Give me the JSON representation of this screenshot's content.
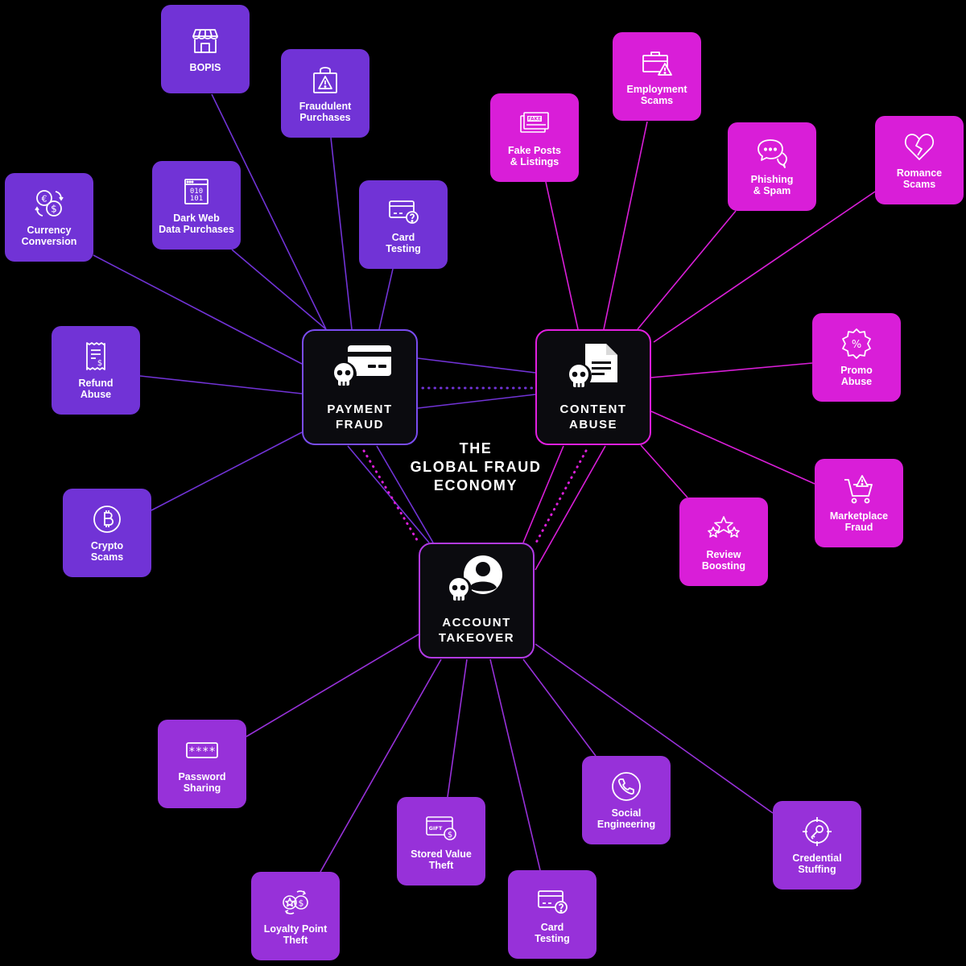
{
  "title": "THE\nGLOBAL FRAUD\nECONOMY",
  "colors": {
    "background": "#000000",
    "payment": "#7133d6",
    "content": "#d91ed8",
    "account": "#9731d9",
    "payment_border": "#7a4cf0",
    "content_border": "#e21fe0",
    "account_border": "#b23ae6"
  },
  "hubs": [
    {
      "id": "payment",
      "label": "PAYMENT\nFRAUD",
      "icon": "credit-card-skull-icon"
    },
    {
      "id": "content",
      "label": "CONTENT\nABUSE",
      "icon": "document-skull-icon"
    },
    {
      "id": "account",
      "label": "ACCOUNT\nTAKEOVER",
      "icon": "user-skull-icon"
    }
  ],
  "nodes": [
    {
      "id": "bopis",
      "hub": "payment",
      "label": "BOPIS",
      "icon": "storefront-icon"
    },
    {
      "id": "fraudulent-purchases",
      "hub": "payment",
      "label": "Fraudulent\nPurchases",
      "icon": "shopping-bag-warning-icon"
    },
    {
      "id": "currency-conversion",
      "hub": "payment",
      "label": "Currency\nConversion",
      "icon": "currency-exchange-icon"
    },
    {
      "id": "dark-web",
      "hub": "payment",
      "label": "Dark Web\nData Purchases",
      "icon": "binary-window-icon"
    },
    {
      "id": "card-testing-payment",
      "hub": "payment",
      "label": "Card\nTesting",
      "icon": "card-question-icon"
    },
    {
      "id": "refund-abuse",
      "hub": "payment",
      "label": "Refund\nAbuse",
      "icon": "receipt-icon"
    },
    {
      "id": "crypto-scams",
      "hub": "payment",
      "label": "Crypto\nScams",
      "icon": "bitcoin-icon"
    },
    {
      "id": "fake-posts",
      "hub": "content",
      "label": "Fake Posts\n& Listings",
      "icon": "fake-tag-icon"
    },
    {
      "id": "employment-scams",
      "hub": "content",
      "label": "Employment\nScams",
      "icon": "briefcase-warning-icon"
    },
    {
      "id": "phishing",
      "hub": "content",
      "label": "Phishing\n& Spam",
      "icon": "chat-bubbles-icon"
    },
    {
      "id": "romance-scams",
      "hub": "content",
      "label": "Romance\nScams",
      "icon": "broken-heart-icon"
    },
    {
      "id": "promo-abuse",
      "hub": "content",
      "label": "Promo\nAbuse",
      "icon": "percent-badge-icon"
    },
    {
      "id": "marketplace-fraud",
      "hub": "content",
      "label": "Marketplace\nFraud",
      "icon": "cart-warning-icon"
    },
    {
      "id": "review-boosting",
      "hub": "content",
      "label": "Review\nBoosting",
      "icon": "stars-icon"
    },
    {
      "id": "password-sharing",
      "hub": "account",
      "label": "Password\nSharing",
      "icon": "password-field-icon"
    },
    {
      "id": "loyalty-point",
      "hub": "account",
      "label": "Loyalty Point\nTheft",
      "icon": "loyalty-exchange-icon"
    },
    {
      "id": "stored-value",
      "hub": "account",
      "label": "Stored Value\nTheft",
      "icon": "gift-card-icon"
    },
    {
      "id": "card-testing-account",
      "hub": "account",
      "label": "Card\nTesting",
      "icon": "card-question-icon"
    },
    {
      "id": "social-engineering",
      "hub": "account",
      "label": "Social\nEngineering",
      "icon": "phone-icon"
    },
    {
      "id": "credential-stuffing",
      "hub": "account",
      "label": "Credential\nStuffing",
      "icon": "key-target-icon"
    }
  ]
}
